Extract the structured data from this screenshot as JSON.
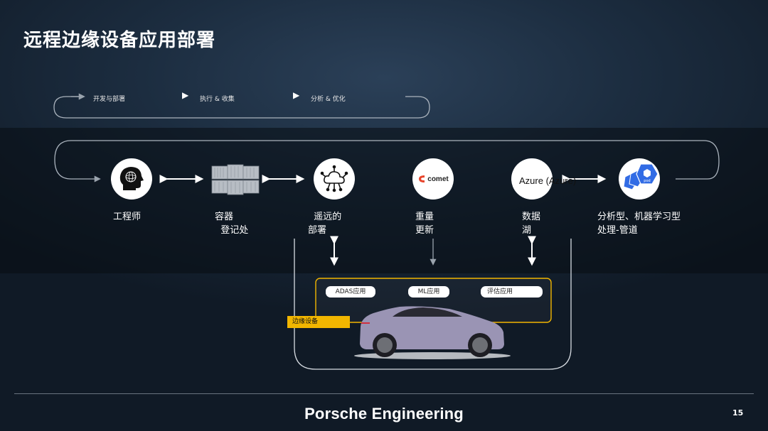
{
  "title": "远程边缘设备应用部署",
  "process_steps": [
    "开发与部署",
    "执行 & 收集",
    "分析 & 优化"
  ],
  "nodes": [
    {
      "label": "工程师",
      "icon": "engineer-head-icon"
    },
    {
      "label": "容器\n  登记处",
      "icon": "container-registry-icon"
    },
    {
      "label": "  遥远的\n部署",
      "icon": "cloud-network-icon"
    },
    {
      "label": "重量\n更新",
      "icon": "comet-logo",
      "logo_text": "comet"
    },
    {
      "label": "数据\n湖",
      "icon": "azure-text-icon",
      "logo_text": "Azure (Azure)"
    },
    {
      "label": "分析型、机器学习型\n处理-管道",
      "icon": "kubernetes-pod-icon",
      "logo_text": "pod"
    }
  ],
  "edge_apps": [
    "ADAS应用",
    "ML应用",
    "评估应用"
  ],
  "edge_label": "边缘设备",
  "footer": {
    "brand": "Porsche Engineering",
    "page_number": "15"
  },
  "colors": {
    "accent_yellow": "#f2b600",
    "comet_red": "#e8452c",
    "k8s_blue": "#326ce5"
  }
}
